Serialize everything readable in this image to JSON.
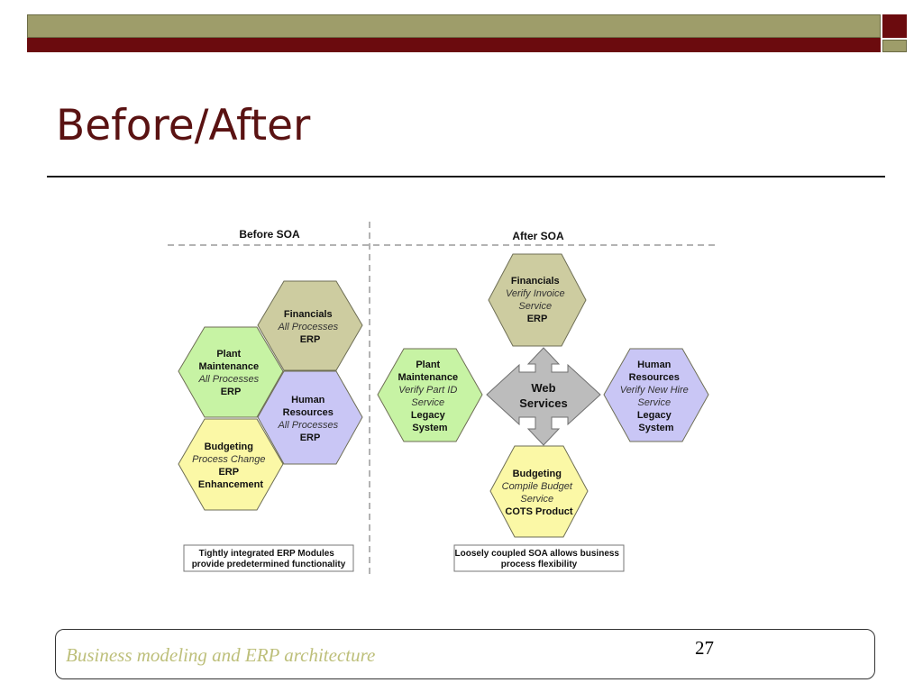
{
  "slide": {
    "title": "Before/After",
    "footer_text": "Business modeling and ERP architecture",
    "page_number": "27"
  },
  "colors": {
    "olive": "#9e9d6a",
    "maroon": "#6b0b0e",
    "title": "#5a1212",
    "footer_text": "#bdbf7a",
    "financials_fill": "#cdcca0",
    "plant_fill": "#c7f3a4",
    "human_fill": "#c9c6f5",
    "budget_fill": "#fbf8a6",
    "arrow_fill": "#bcbcbc"
  },
  "diagram": {
    "before": {
      "header": "Before SOA",
      "caption": [
        "Tightly integrated ERP Modules",
        "provide predetermined functionality"
      ],
      "modules": [
        {
          "key": "financials",
          "lines": [
            {
              "t": "Financials",
              "s": "b"
            },
            {
              "t": "All Processes",
              "s": "i"
            },
            {
              "t": "ERP",
              "s": "b"
            }
          ]
        },
        {
          "key": "plant",
          "lines": [
            {
              "t": "Plant",
              "s": "b"
            },
            {
              "t": "Maintenance",
              "s": "b"
            },
            {
              "t": "All Processes",
              "s": "i"
            },
            {
              "t": "ERP",
              "s": "b"
            }
          ]
        },
        {
          "key": "human",
          "lines": [
            {
              "t": "Human",
              "s": "b"
            },
            {
              "t": "Resources",
              "s": "b"
            },
            {
              "t": "All Processes",
              "s": "i"
            },
            {
              "t": "ERP",
              "s": "b"
            }
          ]
        },
        {
          "key": "budget",
          "lines": [
            {
              "t": "Budgeting",
              "s": "b"
            },
            {
              "t": "Process Change",
              "s": "i"
            },
            {
              "t": "ERP",
              "s": "b"
            },
            {
              "t": "Enhancement",
              "s": "b"
            }
          ]
        }
      ]
    },
    "after": {
      "header": "After SOA",
      "caption": [
        "Loosely coupled SOA allows business",
        "process flexibility"
      ],
      "center": [
        "Web",
        "Services"
      ],
      "modules": [
        {
          "key": "financials",
          "lines": [
            {
              "t": "Financials",
              "s": "b"
            },
            {
              "t": "Verify Invoice",
              "s": "i"
            },
            {
              "t": "Service",
              "s": "i"
            },
            {
              "t": "ERP",
              "s": "b"
            }
          ]
        },
        {
          "key": "plant",
          "lines": [
            {
              "t": "Plant",
              "s": "b"
            },
            {
              "t": "Maintenance",
              "s": "b"
            },
            {
              "t": "Verify Part ID",
              "s": "i"
            },
            {
              "t": "Service",
              "s": "i"
            },
            {
              "t": "Legacy",
              "s": "b"
            },
            {
              "t": "System",
              "s": "b"
            }
          ]
        },
        {
          "key": "human",
          "lines": [
            {
              "t": "Human",
              "s": "b"
            },
            {
              "t": "Resources",
              "s": "b"
            },
            {
              "t": "Verify New Hire",
              "s": "i"
            },
            {
              "t": "Service",
              "s": "i"
            },
            {
              "t": "Legacy",
              "s": "b"
            },
            {
              "t": "System",
              "s": "b"
            }
          ]
        },
        {
          "key": "budget",
          "lines": [
            {
              "t": "Budgeting",
              "s": "b"
            },
            {
              "t": "Compile Budget",
              "s": "i"
            },
            {
              "t": "Service",
              "s": "i"
            },
            {
              "t": "COTS Product",
              "s": "b"
            }
          ]
        }
      ]
    }
  }
}
